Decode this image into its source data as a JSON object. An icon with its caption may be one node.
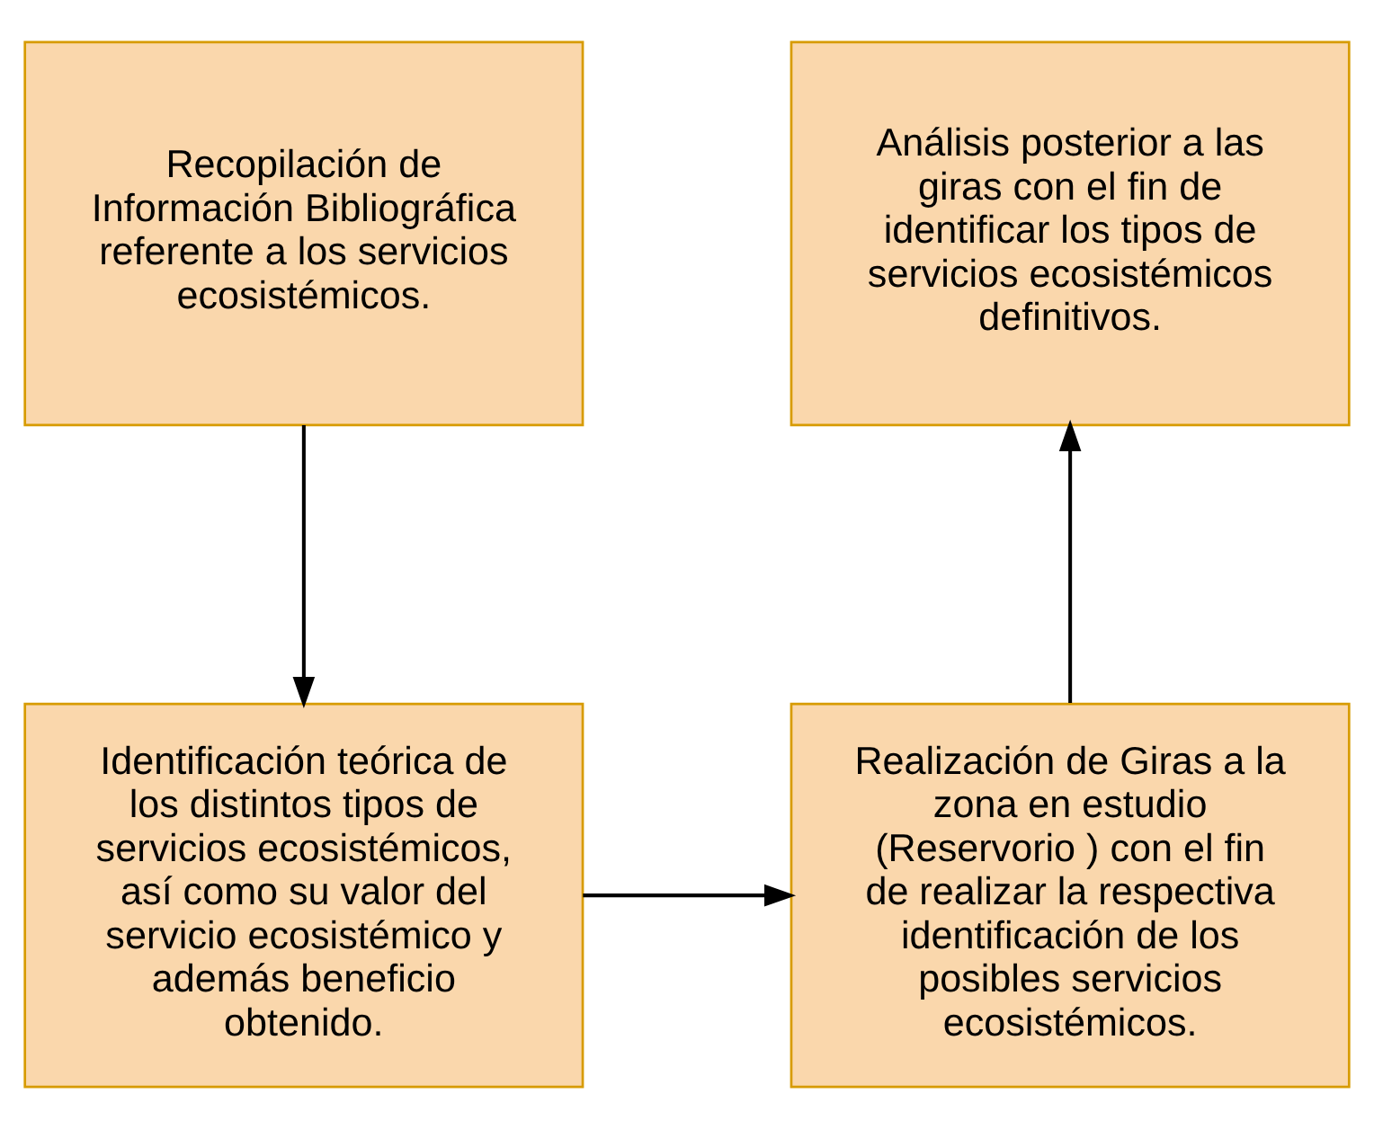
{
  "diagram": {
    "nodes": [
      {
        "text": [
          "Recopilación de Información Bibliográfica referente a los servicios ecosistémicos."
        ]
      },
      {
        "text": [
          "Identificación teórica de los distintos tipos de servicios ecosistémicos, así como su valor del servicio ecosistémico y además beneficio obtenido."
        ]
      },
      {
        "text": [
          "Realización de Giras a la zona en estudio (Reservorio ) con el fin de realizar la respectiva identificación de los posibles servicios ecosistémicos."
        ]
      },
      {
        "text": [
          "Análisis posterior a las giras con el fin de identificar los tipos de servicios ecosistémicos definitivos."
        ]
      }
    ],
    "edges": [
      {
        "from": 0,
        "to": 1,
        "arrow": "to"
      },
      {
        "from": 1,
        "to": 2,
        "arrow": "to"
      },
      {
        "from": 2,
        "to": 3,
        "arrow": "to"
      }
    ]
  }
}
